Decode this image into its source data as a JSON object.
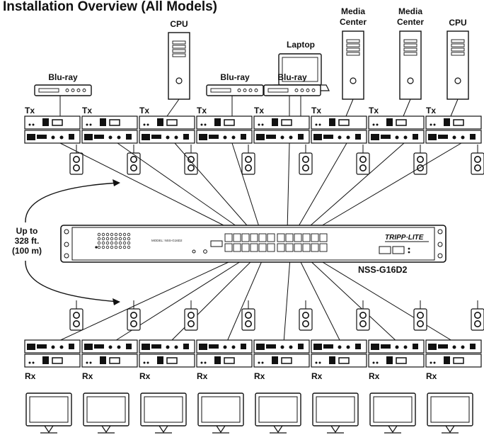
{
  "title": "Installation Overview (All Models)",
  "switch": {
    "model": "NSS-G16D2",
    "brand": "TRIPP·LITE",
    "panel_model_label": "MODEL: NSS-G16D2"
  },
  "distance_label": [
    "Up to",
    "328 ft.",
    "(100 m)"
  ],
  "sources": [
    {
      "label": [
        "Blu-ray"
      ],
      "kind": "bluray"
    },
    {
      "label": [
        "CPU"
      ],
      "kind": "cpu"
    },
    {
      "label": [
        "Laptop"
      ],
      "kind": "laptop"
    },
    {
      "label": [
        "Blu-ray"
      ],
      "kind": "bluray"
    },
    {
      "label": [
        "Blu-ray"
      ],
      "kind": "bluray"
    },
    {
      "label": [
        "Media",
        "Center"
      ],
      "kind": "tower"
    },
    {
      "label": [
        "Media",
        "Center"
      ],
      "kind": "tower"
    },
    {
      "label": [
        "CPU"
      ],
      "kind": "tower"
    }
  ],
  "transmitter_label": "Tx",
  "receiver_label": "Rx",
  "transmitter_count": 8,
  "receiver_count": 8,
  "colors": {
    "ink": "#111111",
    "paper": "#ffffff"
  }
}
